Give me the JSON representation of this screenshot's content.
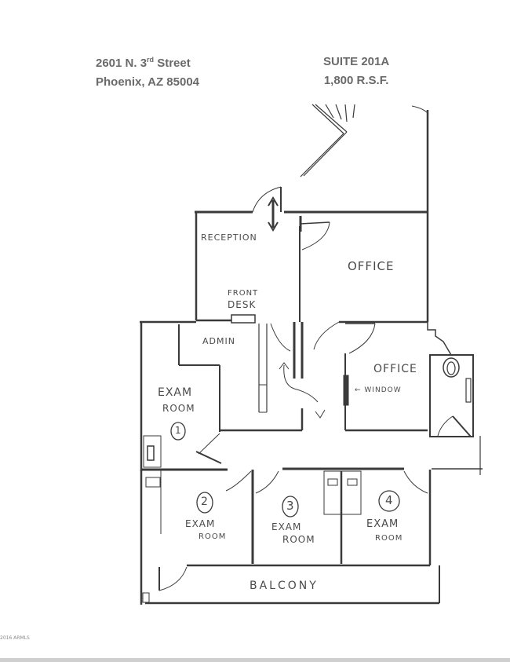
{
  "header": {
    "address_line1_prefix": "2601 N. 3",
    "address_line1_sup": "rd",
    "address_line1_suffix": " Street",
    "address_line2": "Phoenix, AZ 85004",
    "suite": "SUITE 201A",
    "area": "1,800 R.S.F."
  },
  "rooms": {
    "reception": "RECEPTION",
    "front_desk_1": "FRONT",
    "front_desk_2": "DESK",
    "office_main": "OFFICE",
    "admin": "ADMIN",
    "office_2": "OFFICE",
    "window": "WINDOW",
    "exam1_a": "EXAM",
    "exam1_b": "ROOM",
    "exam1_num": "1",
    "exam2_num": "2",
    "exam2_a": "EXAM",
    "exam2_b": "ROOM",
    "exam3_num": "3",
    "exam3_a": "EXAM",
    "exam3_b": "ROOM",
    "exam4_num": "4",
    "exam4_a": "EXAM",
    "exam4_b": "ROOM",
    "balcony": "BALCONY"
  },
  "watermark": "2016 ARMLS",
  "colors": {
    "ink": "#3a3a3a",
    "header_text": "#6a6a6a"
  }
}
